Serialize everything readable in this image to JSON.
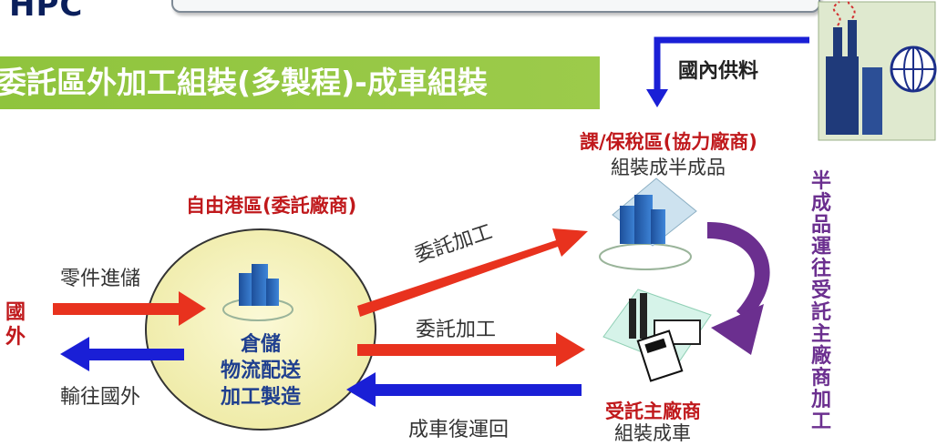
{
  "header": {
    "logo": "HPC",
    "title": "委託區外加工組裝(多製程)-成車組裝"
  },
  "diagram": {
    "domestic_supply": "國內供料",
    "bonded_zone_title": "課/保稅區(協力廠商)",
    "bonded_zone_sub": "組裝成半成品",
    "free_port_title": "自由港區(委託廠商)",
    "free_port_functions": [
      "倉儲",
      "物流配送",
      "加工製造"
    ],
    "parts_import": "零件進儲",
    "export": "輸往國外",
    "overseas": "國外",
    "outsource_1": "委託加工",
    "outsource_2": "委託加工",
    "vehicle_return": "成車復運回",
    "contractor_title": "受託主廠商",
    "contractor_sub": "組裝成車",
    "semi_transfer": "半成品運往受託主廠商加工"
  },
  "colors": {
    "banner": "#8fc43d",
    "red_arrow": "#e8321e",
    "blue_arrow": "#1a1fd6",
    "purple_arrow": "#6b2f8f",
    "circle_fill": "#f6f3b8",
    "label_red": "#c0191c"
  }
}
